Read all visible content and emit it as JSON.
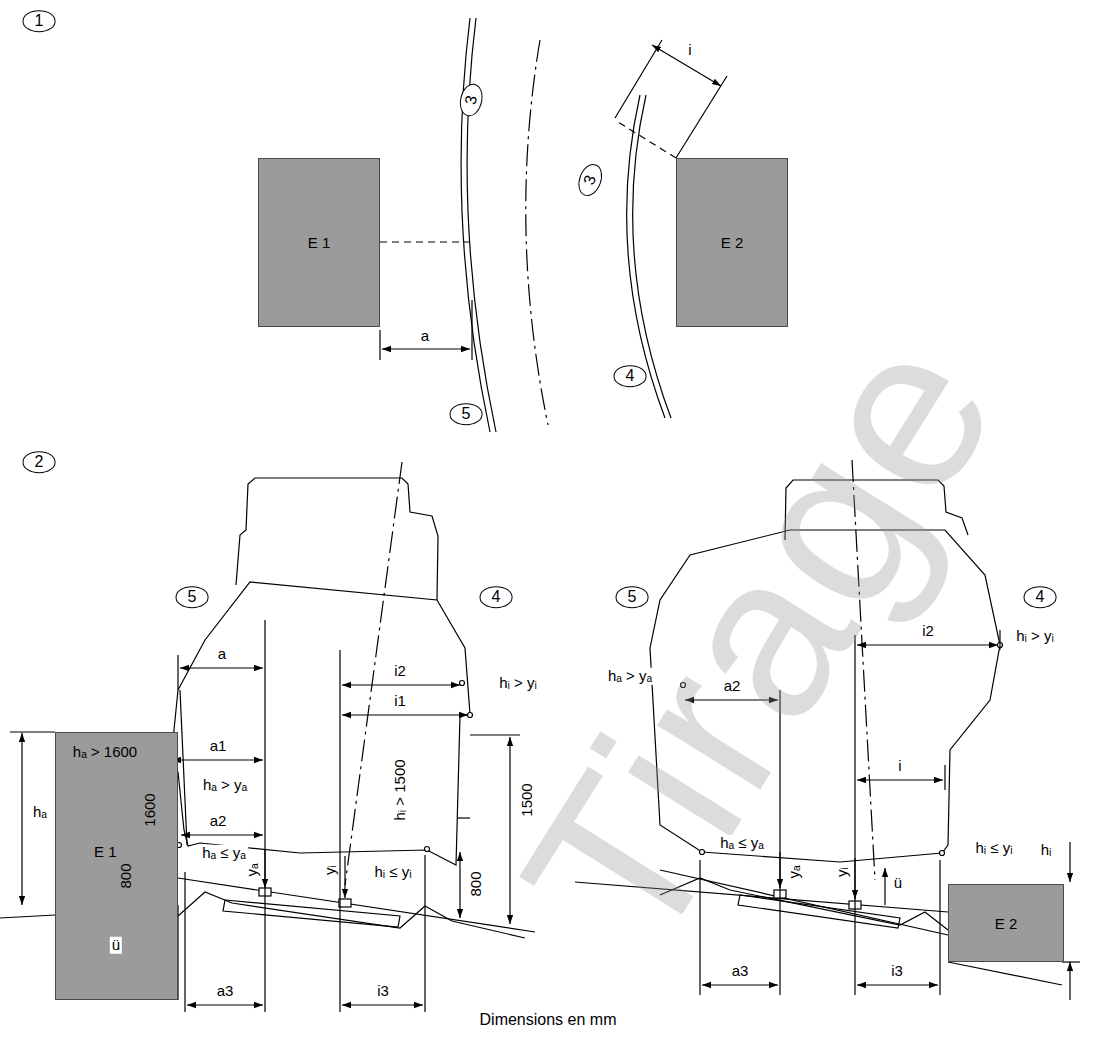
{
  "diagram": {
    "nodes": [
      {
        "text": [
          "E 1"
        ]
      },
      {
        "text": [
          "E 2"
        ]
      },
      {
        "text": [
          "E 1"
        ]
      },
      {
        "text": [
          "E 2"
        ]
      }
    ],
    "labels": [
      "1",
      "3",
      "3",
      "i",
      "a",
      "4",
      "5",
      "2",
      "5",
      "4",
      "a",
      "hₐ > 1600",
      "a1",
      "1600",
      "hₐ > yₐ",
      "a2",
      "hₐ ≤ yₐ",
      "hₐ",
      "800",
      "yₐ",
      "ü",
      "a3",
      "i2",
      "hᵢ > yᵢ",
      "i1",
      "hᵢ > 1500",
      "1500",
      "yᵢ",
      "hᵢ ≤ yᵢ",
      "800",
      "i3",
      "5",
      "4",
      "i2",
      "hᵢ > yᵢ",
      "hₐ > yₐ",
      "a2",
      "i",
      "hₐ ≤ yₐ",
      "yₐ",
      "yᵢ",
      "ü",
      "hᵢ ≤ yᵢ",
      "hᵢ",
      "a3",
      "i3",
      "Dimensions en mm",
      "Tirage"
    ]
  }
}
